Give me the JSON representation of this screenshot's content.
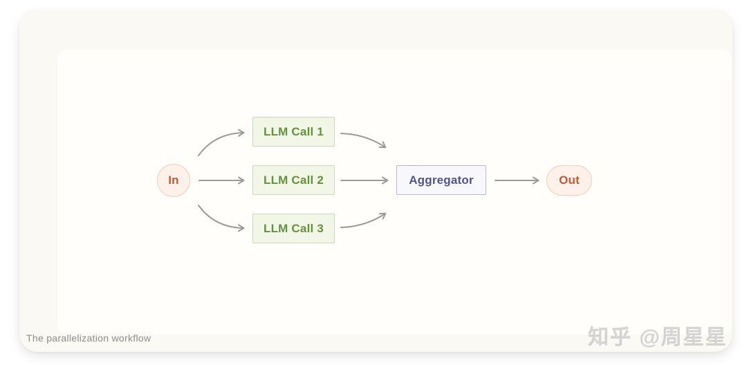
{
  "diagram": {
    "caption": "The parallelization workflow",
    "watermark": "知乎 @周星星",
    "nodes": {
      "in": {
        "label": "In"
      },
      "llm1": {
        "label": "LLM Call 1"
      },
      "llm2": {
        "label": "LLM Call 2"
      },
      "llm3": {
        "label": "LLM Call 3"
      },
      "aggregator": {
        "label": "Aggregator"
      },
      "out": {
        "label": "Out"
      }
    },
    "edges": [
      {
        "from": "in",
        "to": "llm1"
      },
      {
        "from": "in",
        "to": "llm2"
      },
      {
        "from": "in",
        "to": "llm3"
      },
      {
        "from": "llm1",
        "to": "aggregator"
      },
      {
        "from": "llm2",
        "to": "aggregator"
      },
      {
        "from": "llm3",
        "to": "aggregator"
      },
      {
        "from": "aggregator",
        "to": "out"
      }
    ]
  },
  "colors": {
    "arrow": "#9b9b96",
    "llm_fill": "#f1f6e7",
    "llm_border": "#c9dca6",
    "llm_text": "#64923c",
    "io_fill": "#fdf1ea",
    "io_border": "#f2cdb9",
    "io_text": "#bf5b33",
    "agg_fill": "#f7f7fc",
    "agg_border": "#b7b7ca",
    "agg_text": "#50548a"
  }
}
